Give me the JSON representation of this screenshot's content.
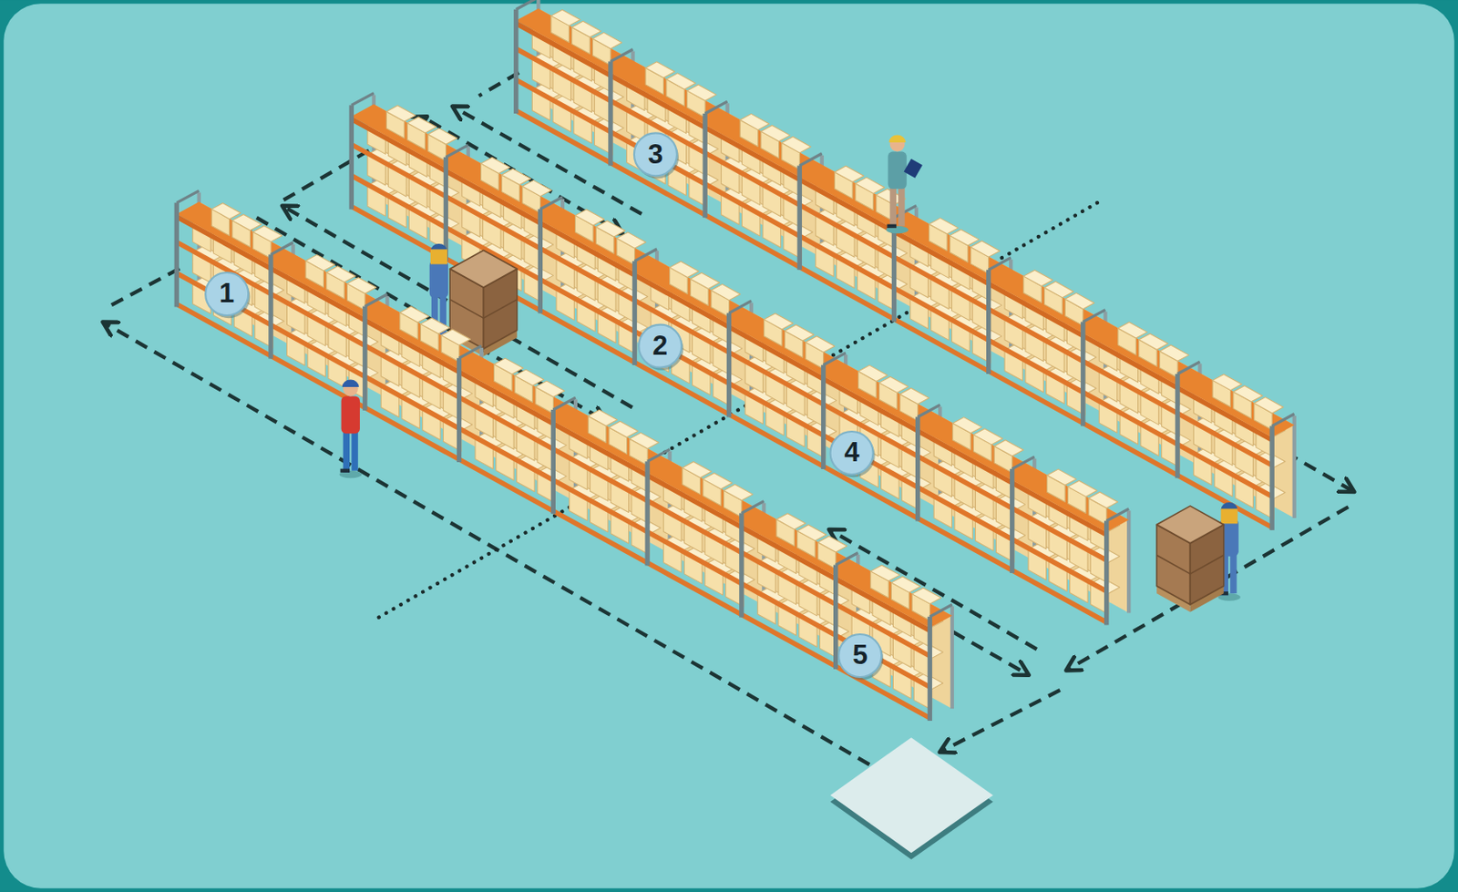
{
  "diagram": {
    "labels": [
      "3",
      "1",
      "2",
      "4",
      "5"
    ]
  }
}
